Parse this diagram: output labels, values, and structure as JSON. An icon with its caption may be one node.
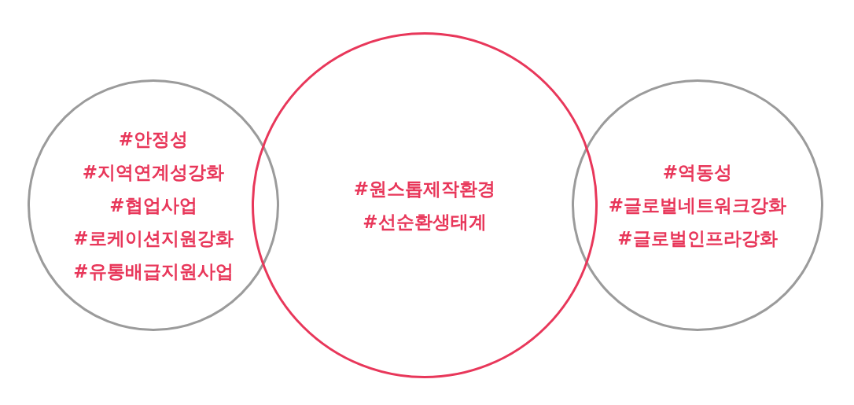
{
  "diagram": {
    "nodes": [
      {
        "text": [
          "#안정성",
          "#지역연계성강화",
          "#협업사업",
          "#로케이션지원강화",
          "#유통배급지원사업"
        ]
      },
      {
        "text": [
          "#원스톱제작환경",
          "#선순환생태계"
        ]
      },
      {
        "text": [
          "#역동성",
          "#글로벌네트워크강화",
          "#글로벌인프라강화"
        ]
      }
    ],
    "edges": []
  }
}
